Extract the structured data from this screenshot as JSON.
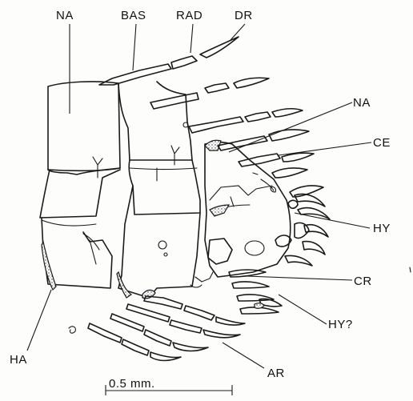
{
  "figure": {
    "labels": {
      "na_top": "NA",
      "bas": "BAS",
      "rad": "RAD",
      "dr": "DR",
      "na_right": "NA",
      "ce": "CE",
      "hy": "HY",
      "cr": "CR",
      "hy_q": "HY?",
      "ar": "AR",
      "ha": "HA"
    },
    "scale_bar": {
      "label": "0.5 mm."
    }
  }
}
